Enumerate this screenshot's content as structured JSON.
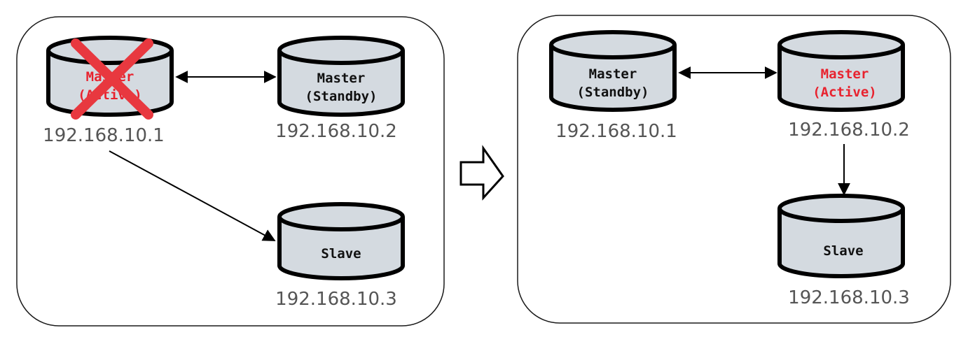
{
  "colors": {
    "active": "#e8222e",
    "normal": "#111111",
    "ip": "#555555",
    "failure_mark": "#e8383f",
    "db_fill": "#d4dae0"
  },
  "before": {
    "master_active": {
      "line1": "Master",
      "line2": "(Active)",
      "ip": "192.168.10.1",
      "failed": true
    },
    "master_standby": {
      "line1": "Master",
      "line2": "(Standby)",
      "ip": "192.168.10.2"
    },
    "slave": {
      "line1": "Slave",
      "ip": "192.168.10.3"
    }
  },
  "after": {
    "master_standby": {
      "line1": "Master",
      "line2": "(Standby)",
      "ip": "192.168.10.1"
    },
    "master_active": {
      "line1": "Master",
      "line2": "(Active)",
      "ip": "192.168.10.2"
    },
    "slave": {
      "line1": "Slave",
      "ip": "192.168.10.3"
    }
  },
  "icons": {
    "failure": "red-x-icon",
    "transition": "right-arrow-outline-icon"
  }
}
